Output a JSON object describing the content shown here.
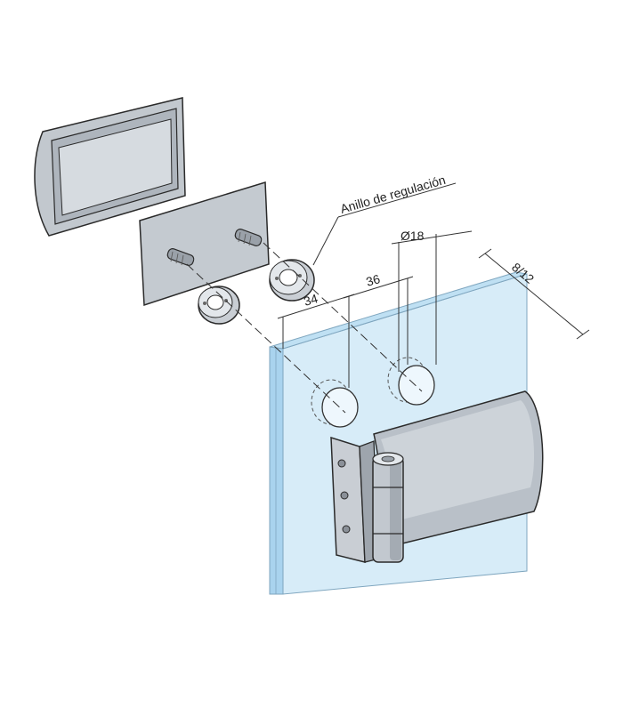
{
  "labels": {
    "ring_callout": "Anillo de regulación",
    "diameter": "Ø18",
    "dim_34": "34",
    "dim_36": "36",
    "thickness": "8/12"
  },
  "colors": {
    "outline": "#2a2a2a",
    "metal": "#bfc5cc",
    "metal_dark": "#8e959d",
    "metal_light": "#e3e7eb",
    "glass_face": "#d7ecf8",
    "glass_edge": "#a9d3ee",
    "dim_line": "#333333"
  }
}
